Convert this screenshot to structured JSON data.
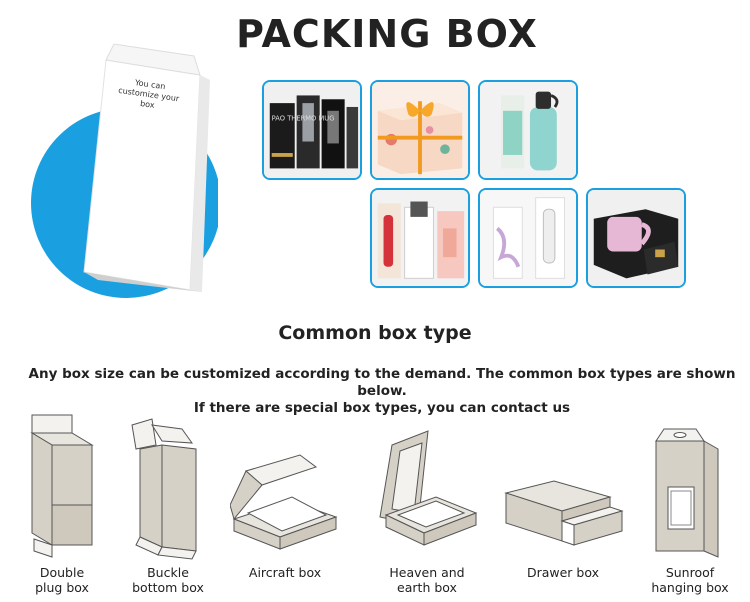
{
  "title": "PACKING BOX",
  "hero": {
    "box_text": "You can customize your box"
  },
  "gallery": {
    "items": [
      {
        "label": "mug-boxes"
      },
      {
        "label": "gift-box-with-ribbon"
      },
      {
        "label": "bottle-box"
      },
      {
        "label": "bottle-boxes-set"
      },
      {
        "label": "white-bottle-boxes"
      },
      {
        "label": "mug-drawer-box"
      }
    ],
    "thumb_text_1": "PAO THERMO MUG"
  },
  "section": {
    "subtitle": "Common box type",
    "description_line1": "Any box size can be customized according to the demand. The common box types are shown below.",
    "description_line2": "If there are special box types, you can contact us"
  },
  "box_types": [
    {
      "line1": "Double",
      "line2": "plug box"
    },
    {
      "line1": "Buckle",
      "line2": "bottom box"
    },
    {
      "line1": "Aircraft box",
      "line2": ""
    },
    {
      "line1": "Heaven and",
      "line2": "earth box"
    },
    {
      "line1": "Drawer box",
      "line2": ""
    },
    {
      "line1": "Sunroof",
      "line2": "hanging box"
    }
  ],
  "colors": {
    "accent_blue": "#1aa0e0",
    "box_fill": "#d6d1c6",
    "box_stroke": "#555555"
  }
}
